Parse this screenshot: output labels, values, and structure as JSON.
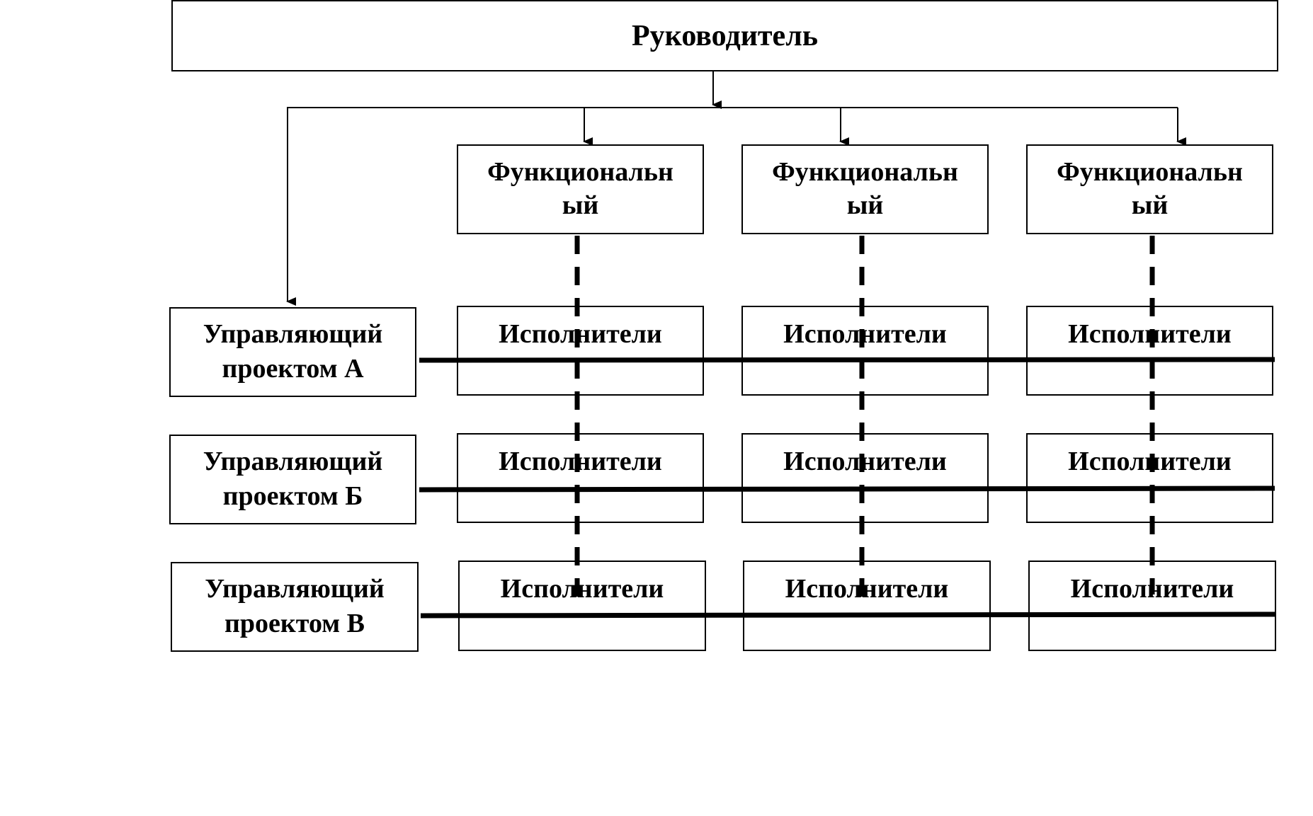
{
  "head": {
    "label": "Руководитель"
  },
  "functional": [
    {
      "line1": "Функциональн",
      "line2": "ый"
    },
    {
      "line1": "Функциональн",
      "line2": "ый"
    },
    {
      "line1": "Функциональн",
      "line2": "ый"
    }
  ],
  "managers": [
    {
      "line1": "Управляющий",
      "line2": "проектом А"
    },
    {
      "line1": "Управляющий",
      "line2": "проектом Б"
    },
    {
      "line1": "Управляющий",
      "line2": "проектом В"
    }
  ],
  "executors": {
    "rows": [
      [
        "Исполнители",
        "Исполнители",
        "Исполнители"
      ],
      [
        "Исполнители",
        "Исполнители",
        "Исполнители"
      ],
      [
        "Исполнители",
        "Исполнители",
        "Исполнители"
      ]
    ]
  },
  "colors": {
    "line": "#000000",
    "background": "#ffffff"
  }
}
